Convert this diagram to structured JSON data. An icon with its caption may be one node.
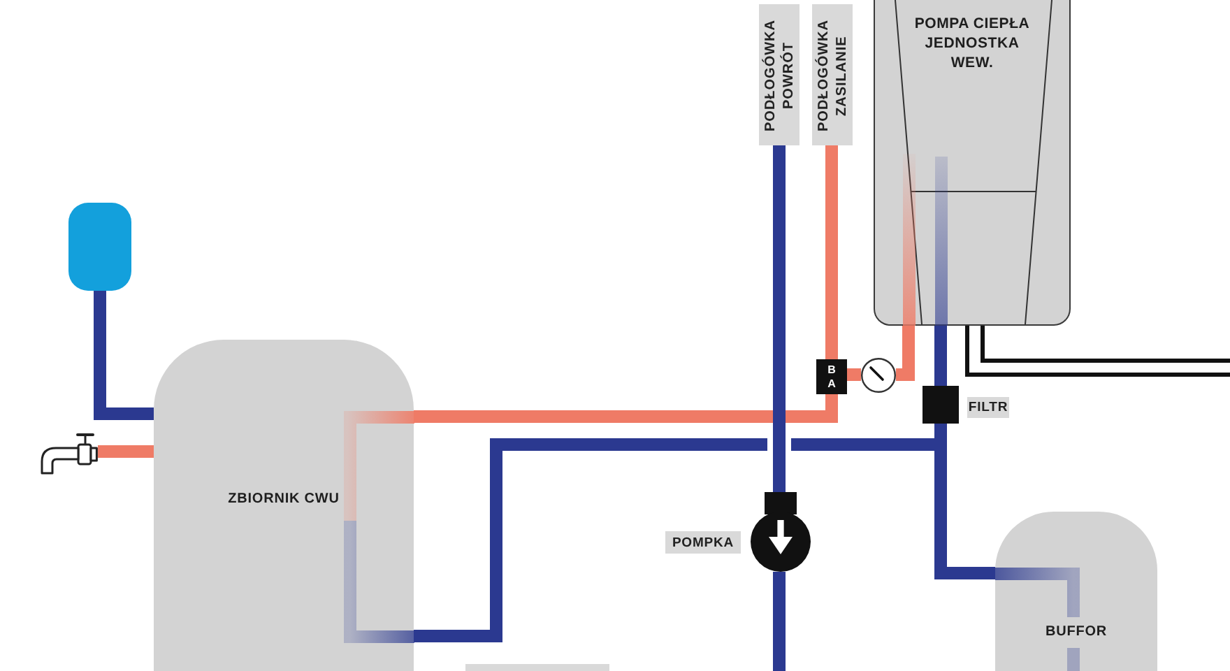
{
  "diagram": {
    "nodes": [
      {
        "text": [],
        "shape": "box"
      },
      {
        "text": [],
        "shape": "picture"
      },
      {
        "text": [
          "ZBIORNIK CWU"
        ]
      },
      {
        "text": [
          "PODŁOGÓWKA POWRÓT"
        ]
      },
      {
        "text": [
          "PODŁOGÓWKA ZASILANIE"
        ]
      },
      {
        "text": [
          "POMPA CIEPŁA JEDNOSTKA WEW."
        ]
      },
      {
        "text": [
          "B",
          "A"
        ]
      },
      {
        "text": [],
        "shape": "circle"
      },
      {
        "text": [],
        "shape": "box",
        "beside": [
          "FILTR"
        ]
      },
      {
        "text": [],
        "shape": "circle",
        "beside": [
          "POMPKA"
        ]
      },
      {
        "text": [
          "BUFFOR"
        ]
      }
    ],
    "edges": [
      {
        "from": 0,
        "to": 2,
        "arrow": "none"
      },
      {
        "from": 1,
        "to": 2,
        "arrow": "none",
        "color": "#ef7b66"
      },
      {
        "from": 5,
        "to": 7,
        "arrow": "none",
        "color": "#ef7b66"
      },
      {
        "from": 7,
        "to": 6,
        "arrow": "none",
        "color": "#ef7b66"
      },
      {
        "from": 6,
        "to": 4,
        "arrow": "none",
        "color": "#ef7b66"
      },
      {
        "from": 6,
        "to": 2,
        "arrow": "none",
        "color": "#ef7b66"
      },
      {
        "from": 3,
        "to": 9,
        "arrow": "none"
      },
      {
        "from": 9,
        "to": null,
        "arrow": "none"
      },
      {
        "from": 5,
        "to": 8,
        "arrow": "none"
      },
      {
        "from": 8,
        "to": 2,
        "arrow": "none"
      },
      {
        "from": 8,
        "to": 10,
        "arrow": "none"
      },
      {
        "from": 5,
        "to": null,
        "arrow": "none",
        "color": "#111111"
      },
      {
        "from": 5,
        "to": null,
        "arrow": "none",
        "color": "#111111"
      }
    ]
  }
}
